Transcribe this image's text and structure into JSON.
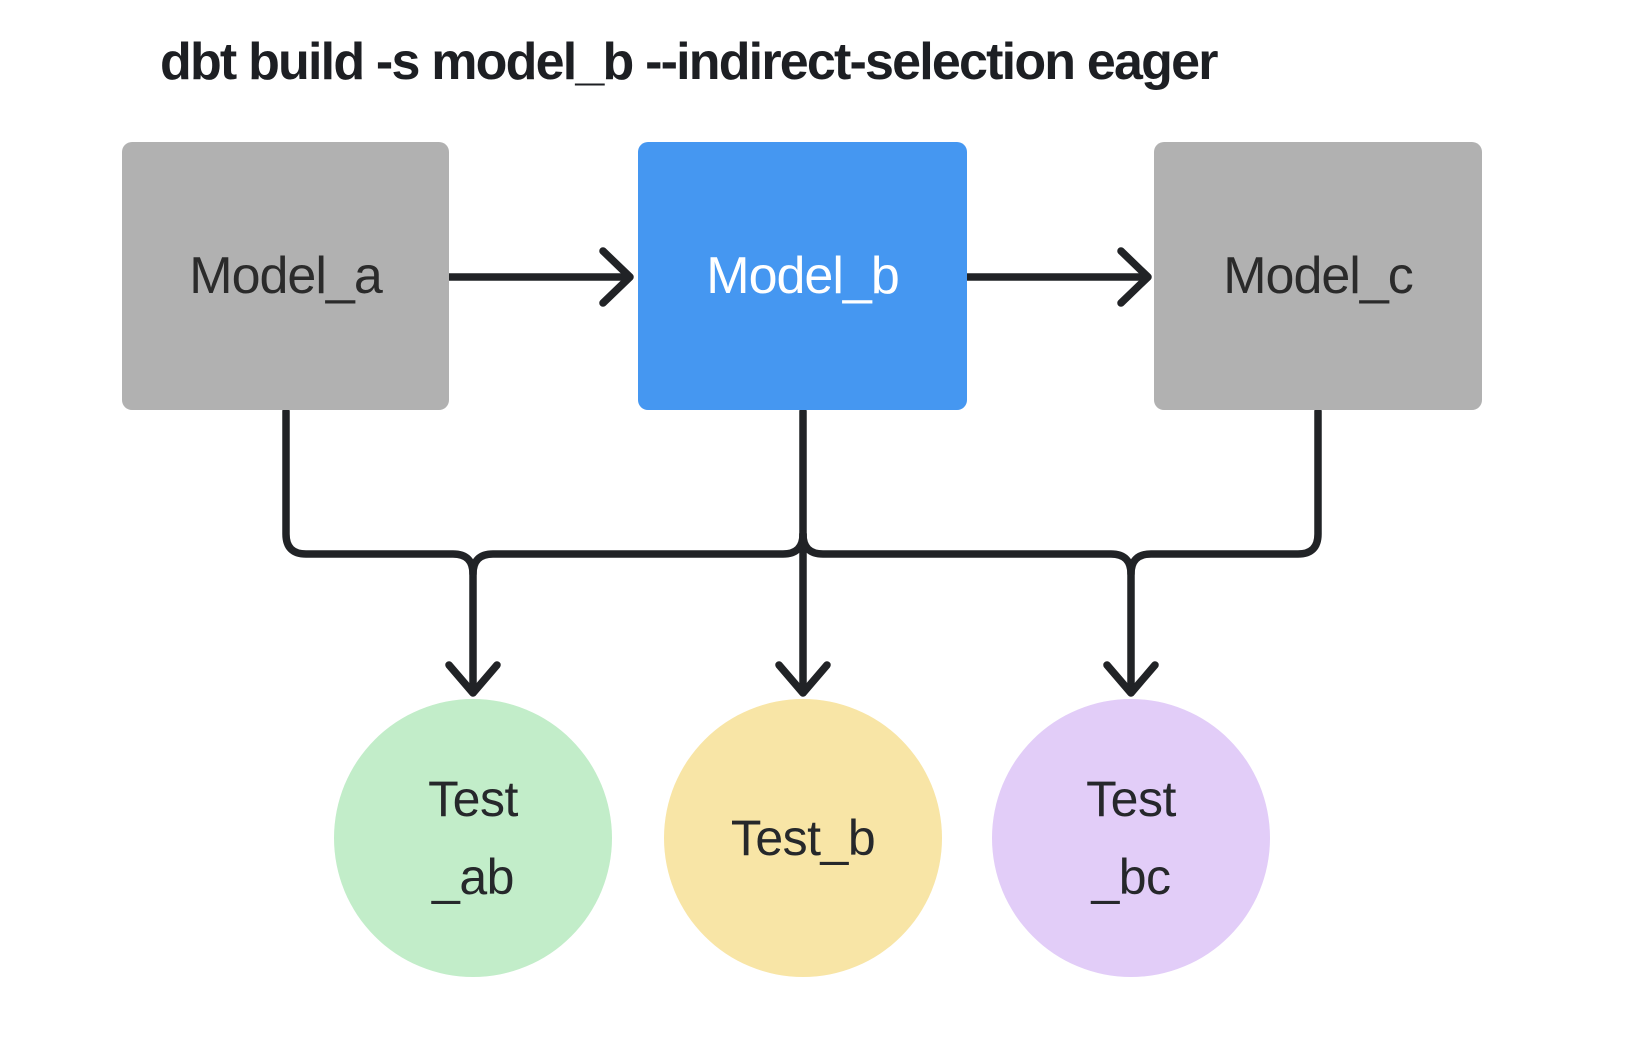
{
  "title": "dbt build -s model_b --indirect-selection eager",
  "colors": {
    "background": "#FFFFFF",
    "edge": "#212326",
    "title_text": "#1D1F23",
    "model_default_fill": "#B1B1B1",
    "model_selected_fill": "#4597F1",
    "model_default_text": "#2B2B2B",
    "model_selected_text": "#FFFFFF",
    "test_ab_fill": "#C2EDC9",
    "test_b_fill": "#F8E5A6",
    "test_bc_fill": "#E2CDF8",
    "test_text": "#26282B"
  },
  "nodes": {
    "model_a": {
      "label": "Model_a",
      "type": "model",
      "fill": "#B1B1B1"
    },
    "model_b": {
      "label": "Model_b",
      "type": "model",
      "fill": "#4597F1"
    },
    "model_c": {
      "label": "Model_c",
      "type": "model",
      "fill": "#B1B1B1"
    },
    "test_ab": {
      "lines": [
        "Test",
        "_ab"
      ],
      "type": "test",
      "fill": "#C2EDC9"
    },
    "test_b": {
      "lines": [
        "Test_b"
      ],
      "type": "test",
      "fill": "#F8E5A6"
    },
    "test_bc": {
      "lines": [
        "Test",
        "_bc"
      ],
      "type": "test",
      "fill": "#E2CDF8"
    }
  },
  "edges": [
    {
      "from": "model_a",
      "to": "model_b"
    },
    {
      "from": "model_b",
      "to": "model_c"
    },
    {
      "from": "model_a",
      "to": "test_ab"
    },
    {
      "from": "model_b",
      "to": "test_b"
    },
    {
      "from": "model_c",
      "to": "test_bc"
    }
  ]
}
